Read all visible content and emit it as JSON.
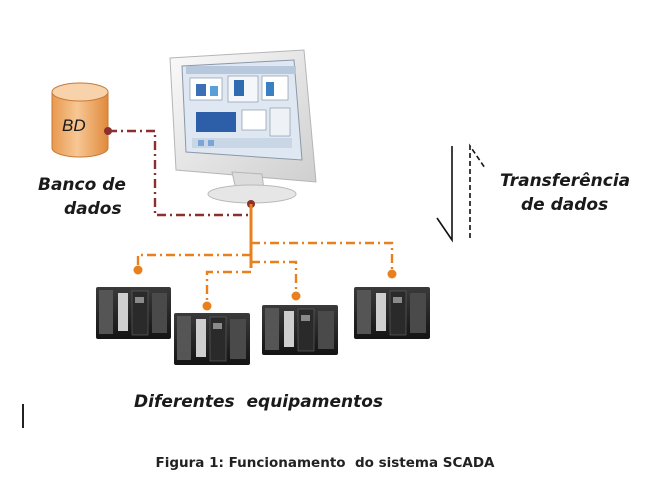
{
  "database": {
    "badge": "BD",
    "label_line1": "Banco de",
    "label_line2": "dados"
  },
  "transfer": {
    "label_line1": "Transferência",
    "label_line2": "de dados"
  },
  "equipment": {
    "label": "Diferentes  equipamentos"
  },
  "caption": "Figura 1: Funcionamento  do sistema SCADA",
  "colors": {
    "db_cylinder": "#f2b77c",
    "db_line": "#8b2f2f",
    "network_line": "#e8801e",
    "monitor_frame": "#ececec"
  },
  "icons": [
    "database-icon",
    "computer-monitor-icon",
    "plc-device-icon",
    "transfer-arrows-icon"
  ]
}
